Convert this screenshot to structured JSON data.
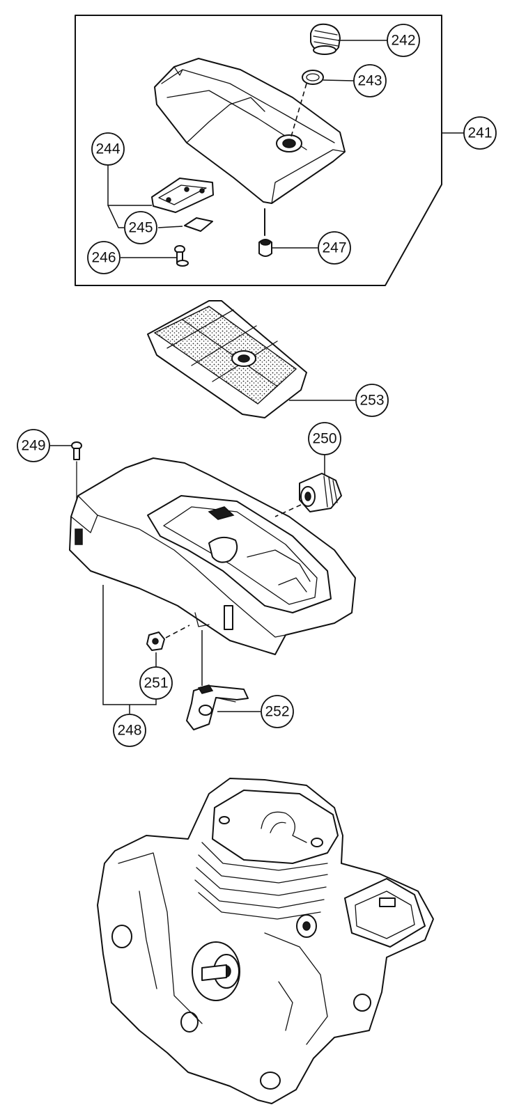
{
  "callouts": {
    "c241": "241",
    "c242": "242",
    "c243": "243",
    "c244": "244",
    "c245": "245",
    "c246": "246",
    "c247": "247",
    "c248": "248",
    "c249": "249",
    "c250": "250",
    "c251": "251",
    "c252": "252",
    "c253": "253"
  }
}
